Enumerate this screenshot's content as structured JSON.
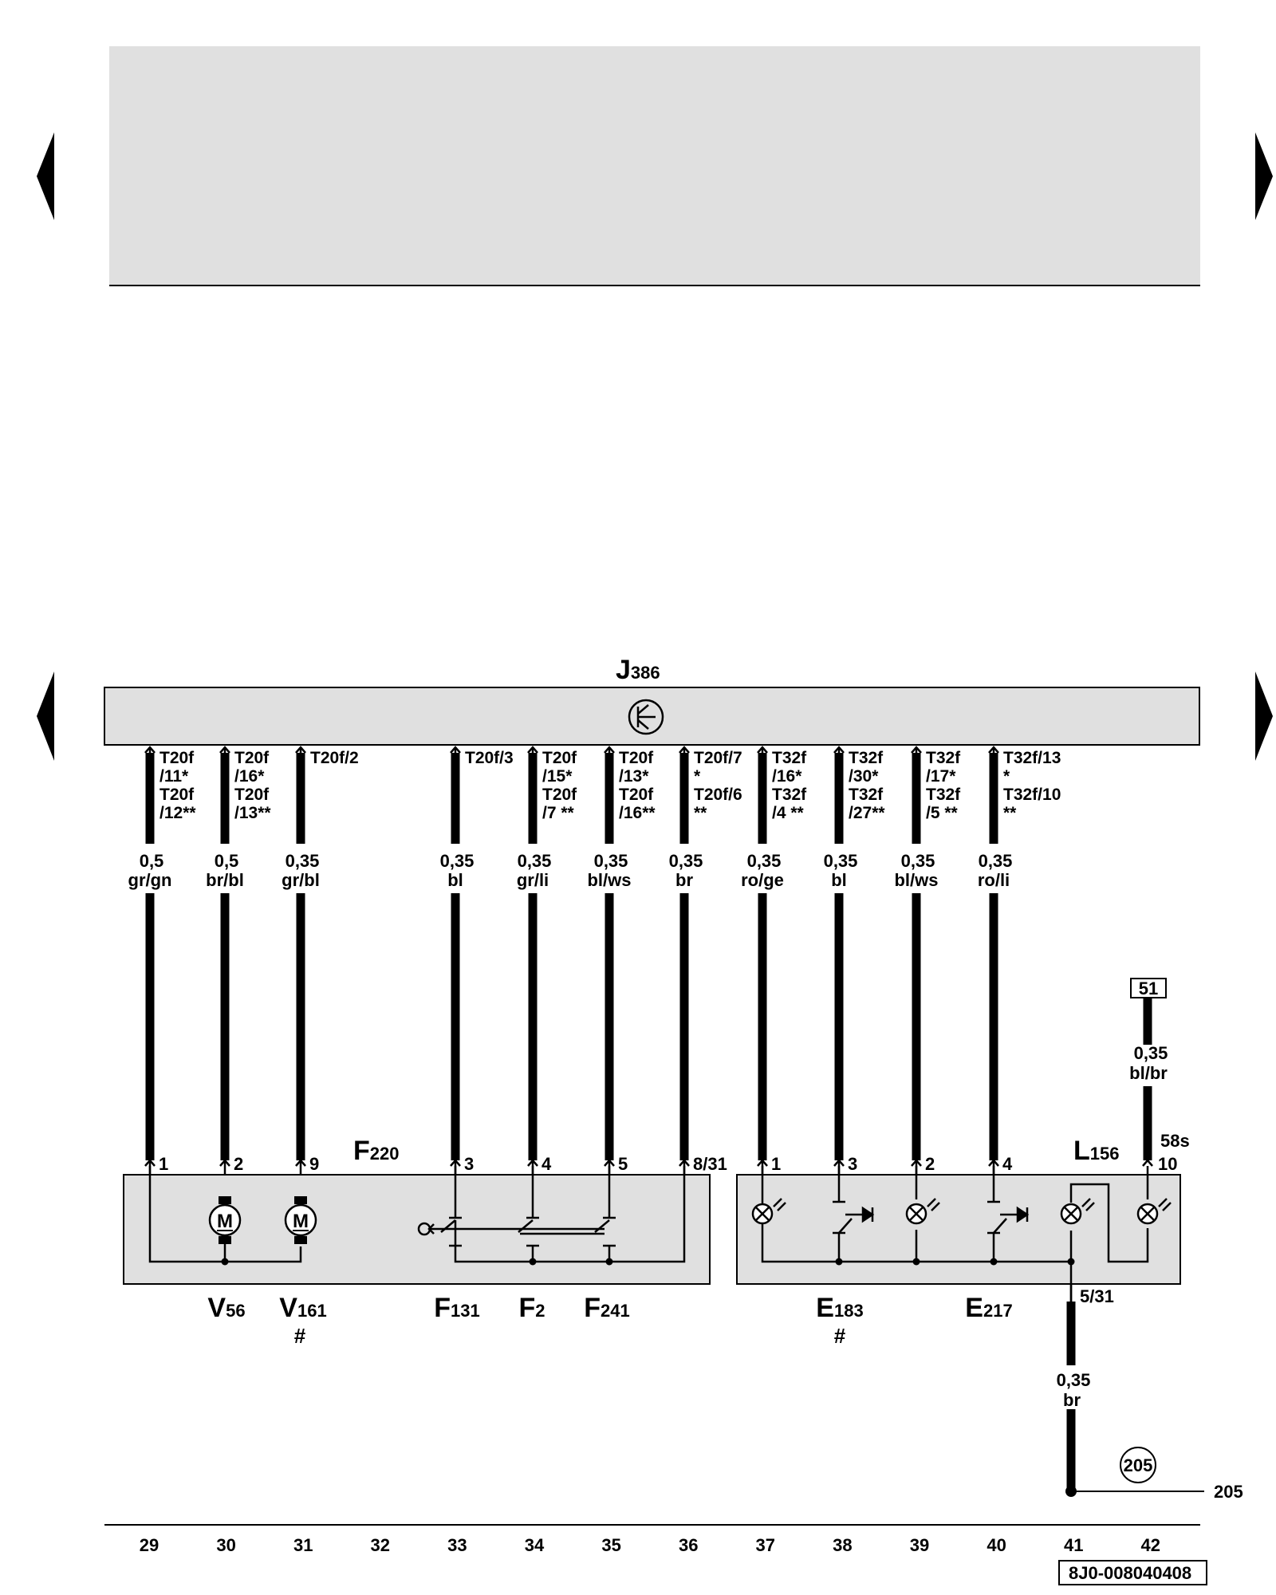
{
  "diagram": {
    "control_unit": {
      "letter": "J",
      "sub": "386"
    },
    "connector_labels": [
      [
        "T20f",
        "/11*",
        "T20f",
        "/12**"
      ],
      [
        "T20f",
        "/16*",
        "T20f",
        "/13**"
      ],
      [
        "T20f/2"
      ],
      [
        "T20f/3"
      ],
      [
        "T20f",
        "/15*",
        "T20f",
        "/7   **"
      ],
      [
        "T20f",
        "/13*",
        "T20f",
        "/16**"
      ],
      [
        "T20f/7",
        "*",
        "T20f/6",
        "**"
      ],
      [
        "T32f",
        "/16*",
        "T32f",
        "/4   **"
      ],
      [
        "T32f",
        "/30*",
        "T32f",
        "/27**"
      ],
      [
        "T32f",
        "/17*",
        "T32f",
        "/5   **"
      ],
      [
        "T32f/13",
        "*",
        "T32f/10",
        "**"
      ]
    ],
    "wires": [
      {
        "size": "0,5",
        "color": "gr/gn",
        "pin": "1"
      },
      {
        "size": "0,5",
        "color": "br/bl",
        "pin": "2"
      },
      {
        "size": "0,35",
        "color": "gr/bl",
        "pin": "9"
      },
      {
        "size": "0,35",
        "color": "bl",
        "pin": "3"
      },
      {
        "size": "0,35",
        "color": "gr/li",
        "pin": "4"
      },
      {
        "size": "0,35",
        "color": "bl/ws",
        "pin": "5"
      },
      {
        "size": "0,35",
        "color": "br",
        "pin": "8/31"
      },
      {
        "size": "0,35",
        "color": "ro/ge",
        "pin": "1"
      },
      {
        "size": "0,35",
        "color": "bl",
        "pin": "3"
      },
      {
        "size": "0,35",
        "color": "bl/ws",
        "pin": "2"
      },
      {
        "size": "0,35",
        "color": "ro/li",
        "pin": "4"
      }
    ],
    "f220": {
      "letter": "F",
      "sub": "220"
    },
    "l156": {
      "letter": "L",
      "sub": "156"
    },
    "ref_51": "51",
    "wire_51": {
      "size": "0,35",
      "color": "bl/br"
    },
    "term_58s": "58s",
    "pin_10": "10",
    "pin_531": "5/31",
    "wire_ground": {
      "size": "0,35",
      "color": "br"
    },
    "ground_ref": "205",
    "ground_line_ref": "205",
    "components": [
      {
        "letter": "V",
        "sub": "56",
        "mark": ""
      },
      {
        "letter": "V",
        "sub": "161",
        "mark": "#"
      },
      {
        "letter": "F",
        "sub": "131",
        "mark": ""
      },
      {
        "letter": "F",
        "sub": "2",
        "mark": ""
      },
      {
        "letter": "F",
        "sub": "241",
        "mark": ""
      },
      {
        "letter": "E",
        "sub": "183",
        "mark": "#"
      },
      {
        "letter": "E",
        "sub": "217",
        "mark": ""
      }
    ],
    "motor_symbol": "M",
    "columns": [
      "29",
      "30",
      "31",
      "32",
      "33",
      "34",
      "35",
      "36",
      "37",
      "38",
      "39",
      "40",
      "41",
      "42"
    ],
    "doc_code": "8J0-008040408"
  }
}
